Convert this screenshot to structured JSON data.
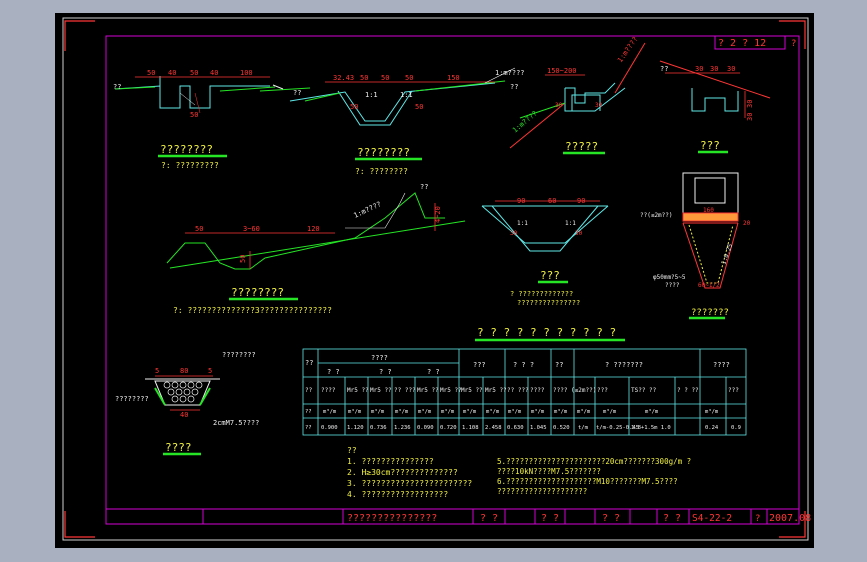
{
  "titleblock": {
    "sheet_box": "? 2 ? 12",
    "sheet_q": "?",
    "title": "???????????????",
    "cells": [
      "? ?",
      "? ?",
      "? ?",
      "? ?"
    ],
    "drawing_no": "S4-22-2",
    "date_label": "?",
    "date": "2007.08"
  },
  "sections": {
    "s1": {
      "title": "????????",
      "note": "?: ?????????",
      "dims": [
        "50",
        "40",
        "50",
        "40",
        "100"
      ],
      "labels": [
        "??",
        "??",
        "50"
      ]
    },
    "s2": {
      "title": "????????",
      "note": "?: ????????",
      "dims": [
        "32.43",
        "50",
        "50",
        "50",
        "150"
      ],
      "labels": [
        "1:1",
        "1:1",
        "50",
        "50",
        "1:m????",
        "??"
      ]
    },
    "s3": {
      "title": "?????",
      "dims": [
        "150~200"
      ],
      "labels": [
        "1:m????",
        "1:m????",
        "30",
        "30"
      ]
    },
    "s4": {
      "title": "???",
      "dims": [
        "30",
        "30",
        "30"
      ],
      "labels": [
        "30",
        "30",
        "??"
      ]
    },
    "s5": {
      "title": "????????",
      "note": "?: ??????????????3???????????????",
      "dims": [
        "50",
        "3~60",
        "120"
      ],
      "labels": [
        "??",
        "1:m????",
        "4~20",
        "50"
      ]
    },
    "s6": {
      "title": "???",
      "note_lines": [
        "?  ?????????????",
        "???????????????"
      ],
      "dims": [
        "90",
        "60",
        "90"
      ],
      "labels": [
        "30",
        "30",
        "1:1",
        "1:1"
      ]
    },
    "s7": {
      "title": "???????",
      "labels": [
        "??(≤2m??)",
        "160",
        "φ50mm?5~5",
        "????",
        "60~1/2",
        "1:0.25",
        "20"
      ]
    },
    "s8": {
      "title": "????",
      "labels": [
        "????????",
        "????????",
        "2cmM7.5????"
      ],
      "dims": [
        "5",
        "80",
        "5",
        "40"
      ]
    }
  },
  "table": {
    "title": "? ? ? ? ? ? ? ? ? ? ?",
    "header1": [
      "??",
      "????",
      "???",
      "? ? ?",
      "??",
      "? ???????",
      "????"
    ],
    "header2": [
      "? ?",
      "? ?",
      "? ?"
    ],
    "header3": [
      "??",
      "????",
      "Mr5 ??",
      "Mr5 ??",
      "?? ???",
      "Mr5 ??",
      "Mr5 ??",
      "Mr5 ??",
      "Mr5 ??",
      "?? ???",
      "????",
      "???? (≤2m??)",
      "???",
      "TS?? ??",
      "? ? ??",
      "???"
    ],
    "units": [
      "??",
      "m³/m",
      "m³/m",
      "m³/m",
      "m³/m",
      "m³/m",
      "m³/m",
      "m³/m",
      "m³/m",
      "m³/m",
      "m³/m",
      "m³/m",
      "m³/m",
      "m³/m",
      "m³/m",
      "m³/m"
    ],
    "values": [
      "??",
      "0.900",
      "1.120",
      "0.736",
      "1.236",
      "0.090",
      "0.720",
      "1.108",
      "2.458",
      "0.630",
      "1.045",
      "0.520",
      "t/m",
      "t/m-0.25-0.45",
      "1.8+1.5m 1.0",
      "0.24",
      "0.9"
    ]
  },
  "notes": {
    "head": "??",
    "left": [
      "1.  ???????????????",
      "2.  H≥30cm??????????????",
      "3.  ???????????????????????",
      "4.  ??????????????????"
    ],
    "right": [
      "5.??????????????????????20cm???????300g/m  ?",
      "  ????10kN????M7.5???????",
      "6.????????????????????M10???????M7.5????",
      "  ????????????????????"
    ]
  },
  "colors": {
    "bg": "#a9b1c0",
    "sheet": "#000000",
    "frame": "#d400d4",
    "cyan": "#5fe8e8",
    "red": "#ff3535",
    "green": "#25e525",
    "white": "#f0f0f0",
    "yellow": "#f0f040"
  }
}
